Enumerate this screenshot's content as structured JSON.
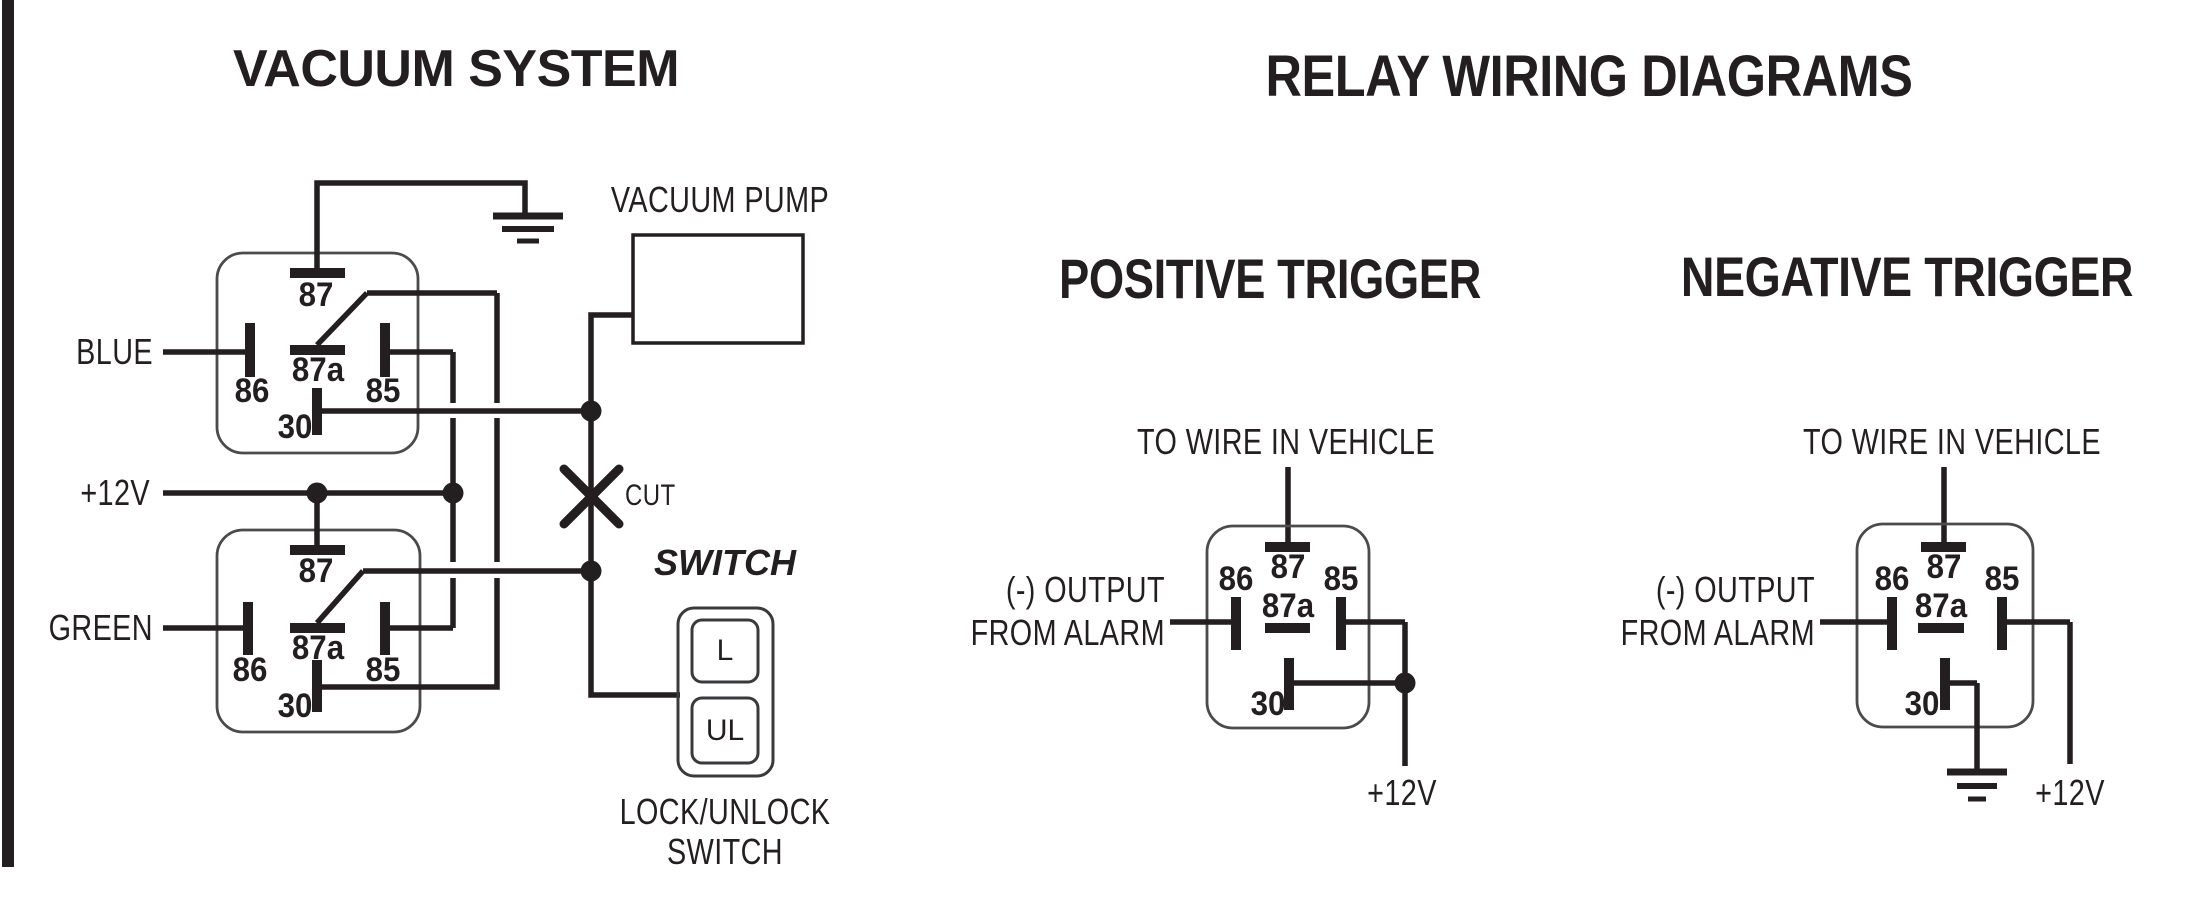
{
  "colors": {
    "ink": "#231f20",
    "outline": "#4b4b4d",
    "background": "#ffffff"
  },
  "pins": {
    "p30": "30",
    "p85": "85",
    "p86": "86",
    "p87": "87",
    "p87a": "87a"
  },
  "vacuum_system": {
    "title": "VACUUM SYSTEM",
    "relay_blue_label": "BLUE",
    "relay_green_label": "GREEN",
    "power_label": "+12V",
    "pump_label": "VACUUM PUMP",
    "cut_label": "CUT",
    "switch_label": "SWITCH",
    "lock_button": "L",
    "unlock_button": "UL",
    "switch_caption_line1": "LOCK/UNLOCK",
    "switch_caption_line2": "SWITCH"
  },
  "relay_wiring": {
    "title": "RELAY WIRING DIAGRAMS",
    "positive": {
      "title": "POSITIVE TRIGGER",
      "wire_label": "TO WIRE IN VEHICLE",
      "output_line1": "(-) OUTPUT",
      "output_line2": "FROM ALARM",
      "power_label": "+12V"
    },
    "negative": {
      "title": "NEGATIVE TRIGGER",
      "wire_label": "TO WIRE IN VEHICLE",
      "output_line1": "(-) OUTPUT",
      "output_line2": "FROM ALARM",
      "power_label": "+12V"
    }
  }
}
